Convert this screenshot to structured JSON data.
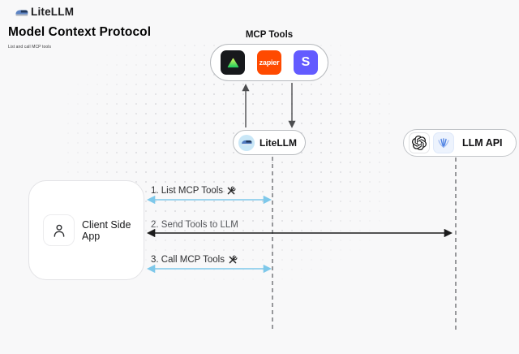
{
  "header": {
    "brand": "LiteLLM",
    "title": "Model Context Protocol",
    "subtitle": "List and call MCP tools"
  },
  "mcp": {
    "label": "MCP Tools",
    "tools": [
      {
        "icon": "green-triangle-icon",
        "text": ""
      },
      {
        "icon": "zapier-icon",
        "text": "zapier"
      },
      {
        "icon": "stripe-s-icon",
        "text": "S"
      }
    ]
  },
  "nodes": {
    "litellm": {
      "label": "LiteLLM",
      "icon": "train-icon"
    },
    "llm_api": {
      "label": "LLM API",
      "icons": [
        "openai-icon",
        "blue-fan-icon"
      ]
    },
    "client": {
      "label": "Client Side App",
      "icon": "person-icon"
    }
  },
  "flows": [
    {
      "label": "1. List MCP Tools",
      "tool_icon": "hammer-wrench-icon",
      "color": "#7ec8ea"
    },
    {
      "label": "2. Send Tools to LLM",
      "tool_icon": "",
      "color": "#1c1c1c"
    },
    {
      "label": "3. Call MCP Tools",
      "tool_icon": "hammer-wrench-icon",
      "color": "#7ec8ea"
    }
  ],
  "colors": {
    "background": "#f8f8f9",
    "blue_arrow": "#7ec8ea",
    "black_arrow": "#1c1c1c",
    "gray_connector": "#4c4d4f",
    "dashed_line": "#97989b",
    "zapier": "#ff4a00",
    "stripe": "#635bff",
    "tool_tile_dark": "#17191c"
  }
}
